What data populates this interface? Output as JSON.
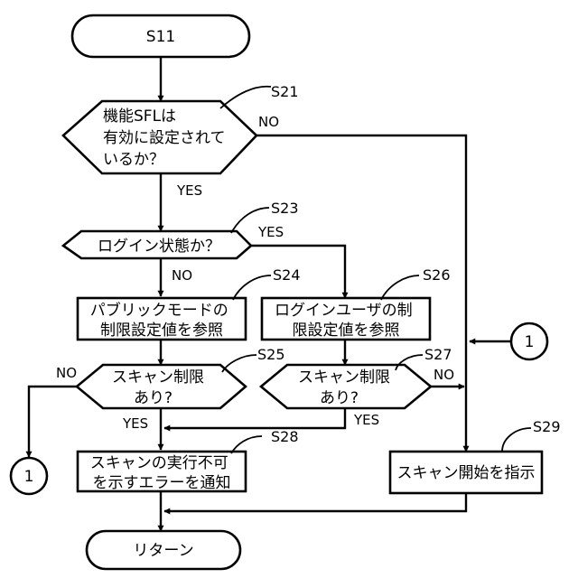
{
  "steps": {
    "start": "S11",
    "sfl_check": [
      "機能SFLは",
      "有効に設定されて",
      "いるか？"
    ],
    "login_check": "ログイン状態か？",
    "public_mode": [
      "パブリックモードの",
      "制限設定値を参照"
    ],
    "login_user": [
      "ログインユーザの制",
      "限設定値を参照"
    ],
    "scan_limit_left": [
      "スキャン制限",
      "あり?"
    ],
    "scan_limit_right": [
      "スキャン制限",
      "あり?"
    ],
    "notify": [
      "スキャンの実行不可",
      "を示すエラーを通知"
    ],
    "scan_start": "スキャン開始を指示",
    "end": "リターン"
  },
  "refs": {
    "s21": "S21",
    "s23": "S23",
    "s24": "S24",
    "s25": "S25",
    "s26": "S26",
    "s27": "S27",
    "s28": "S28",
    "s29": "S29"
  },
  "labels": {
    "yes": "YES",
    "no": "NO"
  },
  "connector": "1"
}
